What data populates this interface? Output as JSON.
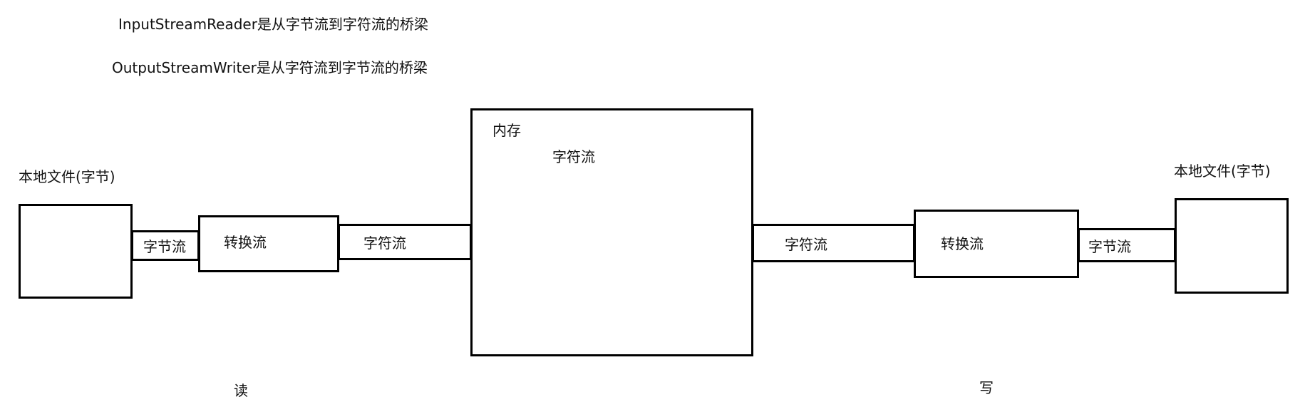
{
  "notes": {
    "reader": "InputStreamReader是从字节流到字符流的桥梁",
    "writer": "OutputStreamWriter是从字符流到字节流的桥梁"
  },
  "left": {
    "file_label": "本地文件(字节)",
    "byte_stream_label": "字节流",
    "converter_label": "转换流",
    "char_stream_label": "字符流",
    "caption": "读"
  },
  "memory": {
    "title": "内存",
    "content_label": "字符流"
  },
  "right": {
    "file_label": "本地文件(字节)",
    "byte_stream_label": "字节流",
    "converter_label": "转换流",
    "char_stream_label": "字符流",
    "caption": "写"
  }
}
